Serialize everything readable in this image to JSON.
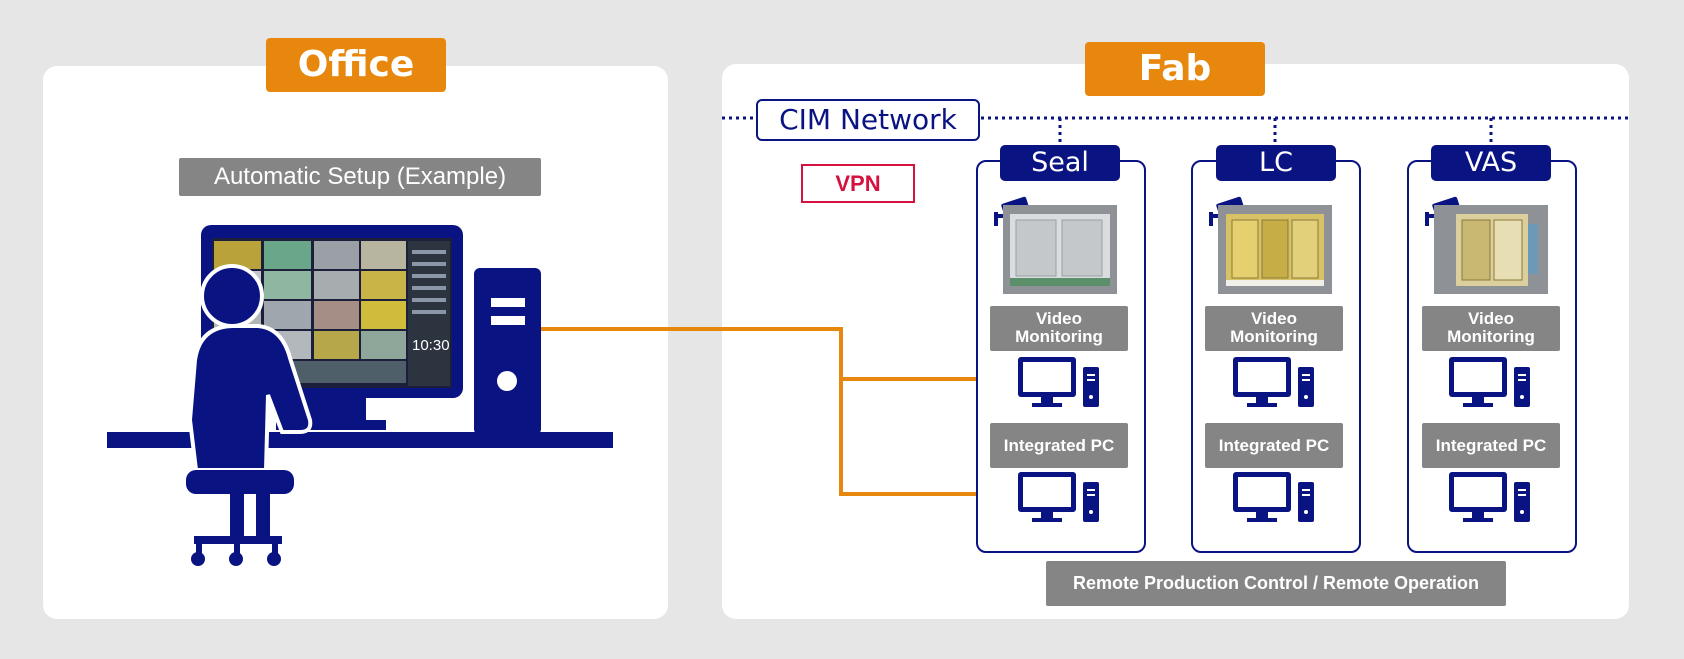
{
  "office": {
    "title": "Office",
    "setup_label": "Automatic Setup (Example)",
    "monitor_clock": "10:30"
  },
  "fab": {
    "title": "Fab",
    "network_label": "CIM Network",
    "vpn_label": "VPN",
    "columns": [
      {
        "name": "Seal",
        "video_label_line1": "Video",
        "video_label_line2": "Monitoring",
        "pc_label": "Integrated PC"
      },
      {
        "name": "LC",
        "video_label_line1": "Video",
        "video_label_line2": "Monitoring",
        "pc_label": "Integrated PC"
      },
      {
        "name": "VAS",
        "video_label_line1": "Video",
        "video_label_line2": "Monitoring",
        "pc_label": "Integrated PC"
      }
    ],
    "bottom_label": "Remote Production Control / Remote Operation"
  },
  "colors": {
    "accent_orange": "#e8870e",
    "navy": "#0a1382",
    "vpn_red": "#d5123f",
    "label_gray": "#858585",
    "background": "#e6e6e6"
  }
}
